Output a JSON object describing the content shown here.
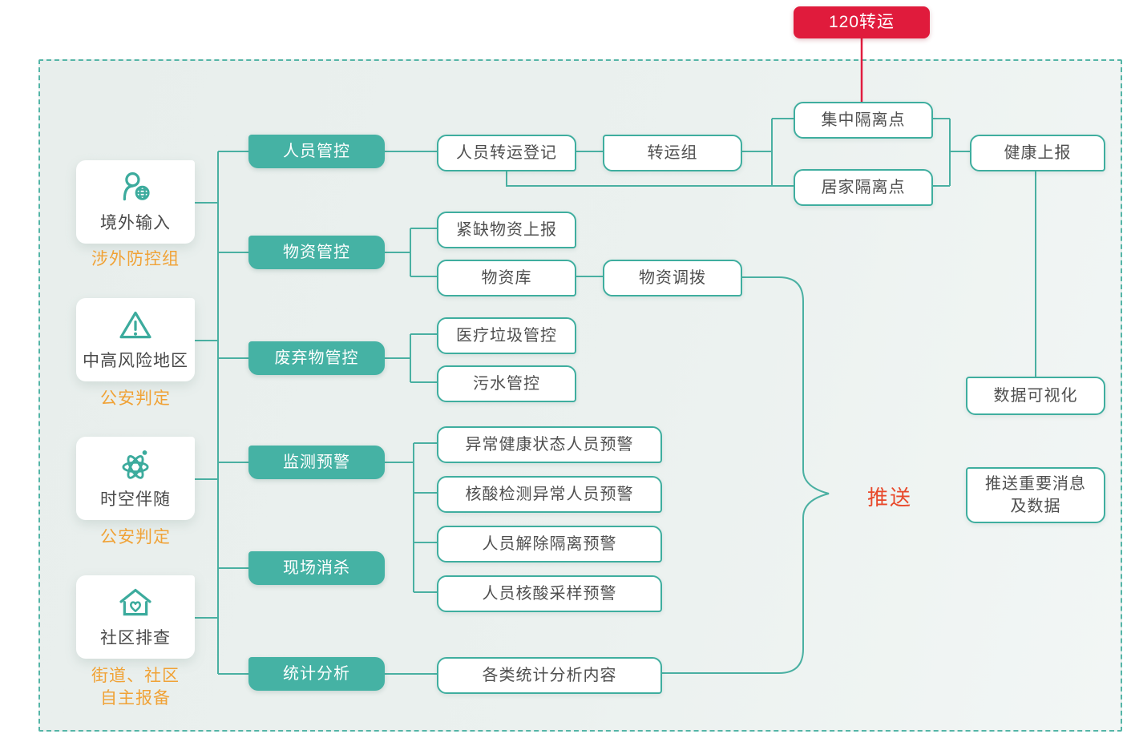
{
  "colors": {
    "teal_fill": "#45b2a4",
    "teal_line": "#3fae9f",
    "red_node": "#e01b3c",
    "push_red": "#e8492b",
    "orange_label": "#f0a236",
    "frame_bg": "#eaf0ee"
  },
  "sources": [
    {
      "title": "境外输入",
      "subtitle": "涉外防控组",
      "icon": "person-globe-icon"
    },
    {
      "title": "中高风险地区",
      "subtitle": "公安判定",
      "icon": "warning-triangle-icon"
    },
    {
      "title": "时空伴随",
      "subtitle": "公安判定",
      "icon": "atom-icon"
    },
    {
      "title": "社区排查",
      "subtitle": "街道、社区\n自主报备",
      "icon": "house-heart-icon"
    }
  ],
  "modules": [
    "人员管控",
    "物资管控",
    "废弃物管控",
    "监测预警",
    "现场消杀",
    "统计分析"
  ],
  "nodes": {
    "transfer120": "120转运",
    "transferRegister": "人员转运登记",
    "transferGroup": "转运组",
    "centralIsolation": "集中隔离点",
    "homeIsolation": "居家隔离点",
    "healthReport": "健康上报",
    "scarceMaterialReport": "紧缺物资上报",
    "materialStore": "物资库",
    "materialDispatch": "物资调拨",
    "medicalWasteControl": "医疗垃圾管控",
    "sewageControl": "污水管控",
    "warnAbnormalHealth": "异常健康状态人员预警",
    "warnNucleicAbnormal": "核酸检测异常人员预警",
    "warnReleaseIsolation": "人员解除隔离预警",
    "warnNucleicSampling": "人员核酸采样预警",
    "statisticsContent": "各类统计分析内容",
    "dataVisualization": "数据可视化",
    "pushImportant": "推送重要消息\n及数据",
    "pushLabel": "推送"
  }
}
